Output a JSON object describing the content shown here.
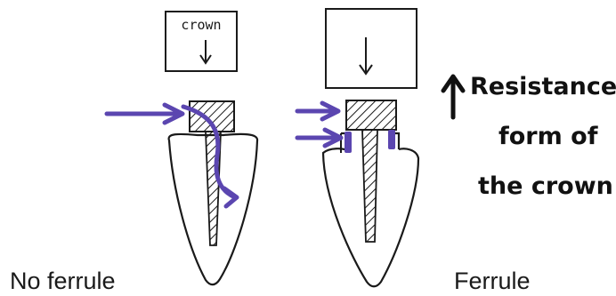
{
  "left_panel": {
    "crown_label": "crown",
    "caption": "No ferrule"
  },
  "right_panel": {
    "caption": "Ferrule"
  },
  "annotation": {
    "line1": "Resistance",
    "line2": "form of",
    "line3": "the crown"
  },
  "colors": {
    "ink": "#1a1a1a",
    "arrow": "#5b46b0"
  },
  "icons": [
    "down-arrow-icon",
    "up-arrow-icon",
    "force-arrow-icon"
  ]
}
